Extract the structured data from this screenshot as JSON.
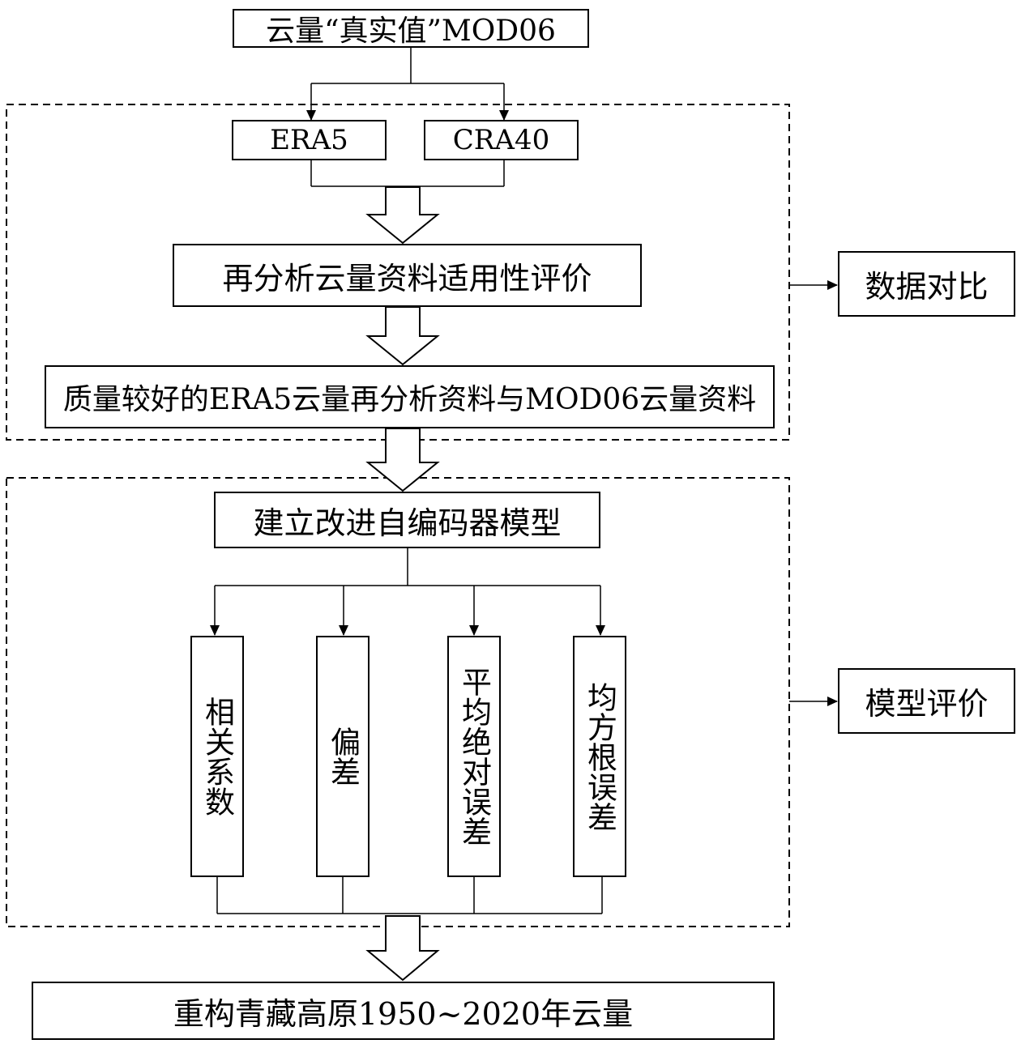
{
  "nodes": {
    "source": "云量“真实值”MOD06",
    "era5": "ERA5",
    "cra40": "CRA40",
    "evaluation": "再分析云量资料适用性评价",
    "datasets": "质量较好的ERA5云量再分析资料与MOD06云量资料",
    "model": "建立改进自编码器模型",
    "metric_corr": "相关系数",
    "metric_bias": "偏差",
    "metric_mae": "平均绝对误差",
    "metric_rmse": "均方根误差",
    "result": "重构青藏高原1950~2020年云量"
  },
  "groups": {
    "data_compare": "数据对比",
    "model_eval": "模型评价"
  }
}
